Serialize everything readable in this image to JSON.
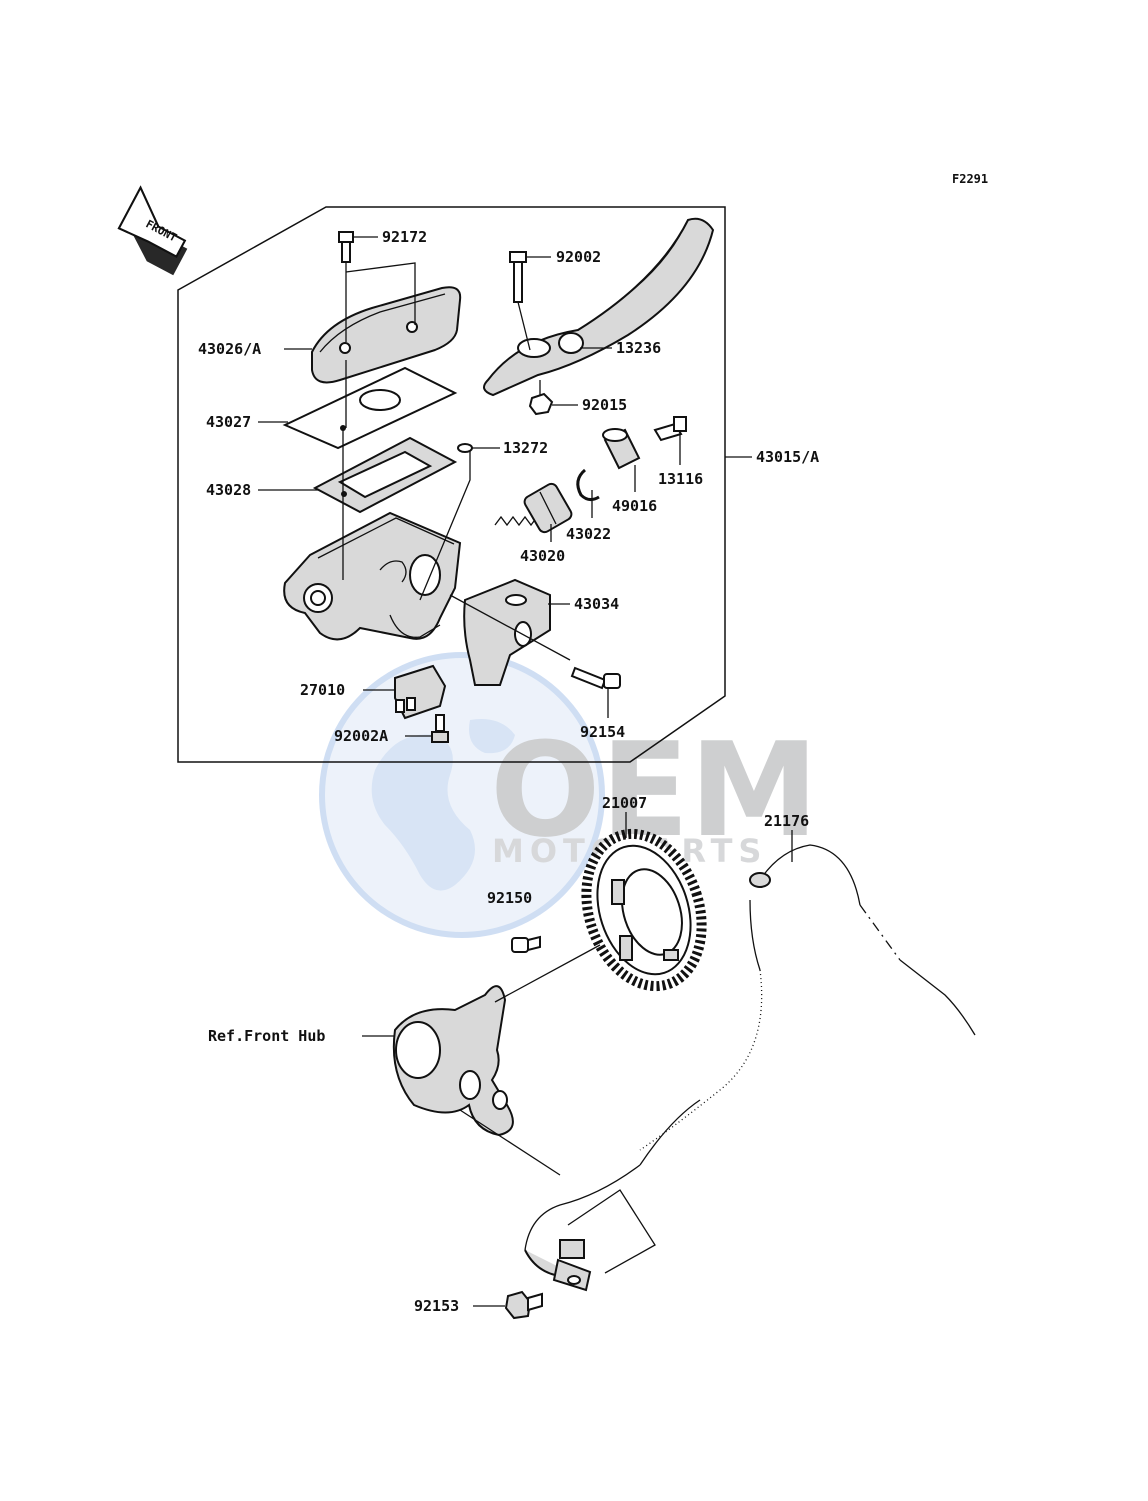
{
  "diagram_code": "F2291",
  "front_arrow_text": "FRONT",
  "watermark": {
    "brand": "OEM",
    "sub": "MOTOPARTS"
  },
  "callouts": {
    "c92172": "92172",
    "c43026": "43026/A",
    "c43027": "43027",
    "c43028": "43028",
    "c13272": "13272",
    "c92002": "92002",
    "c13236": "13236",
    "c92015": "92015",
    "c13116": "13116",
    "c43015": "43015/A",
    "c49016": "49016",
    "c43022": "43022",
    "c43020": "43020",
    "c43034": "43034",
    "c27010": "27010",
    "c92002a": "92002A",
    "c92154": "92154",
    "c21007": "21007",
    "c21176": "21176",
    "c92150": "92150",
    "cRefHub": "Ref.Front Hub",
    "c92153": "92153"
  }
}
